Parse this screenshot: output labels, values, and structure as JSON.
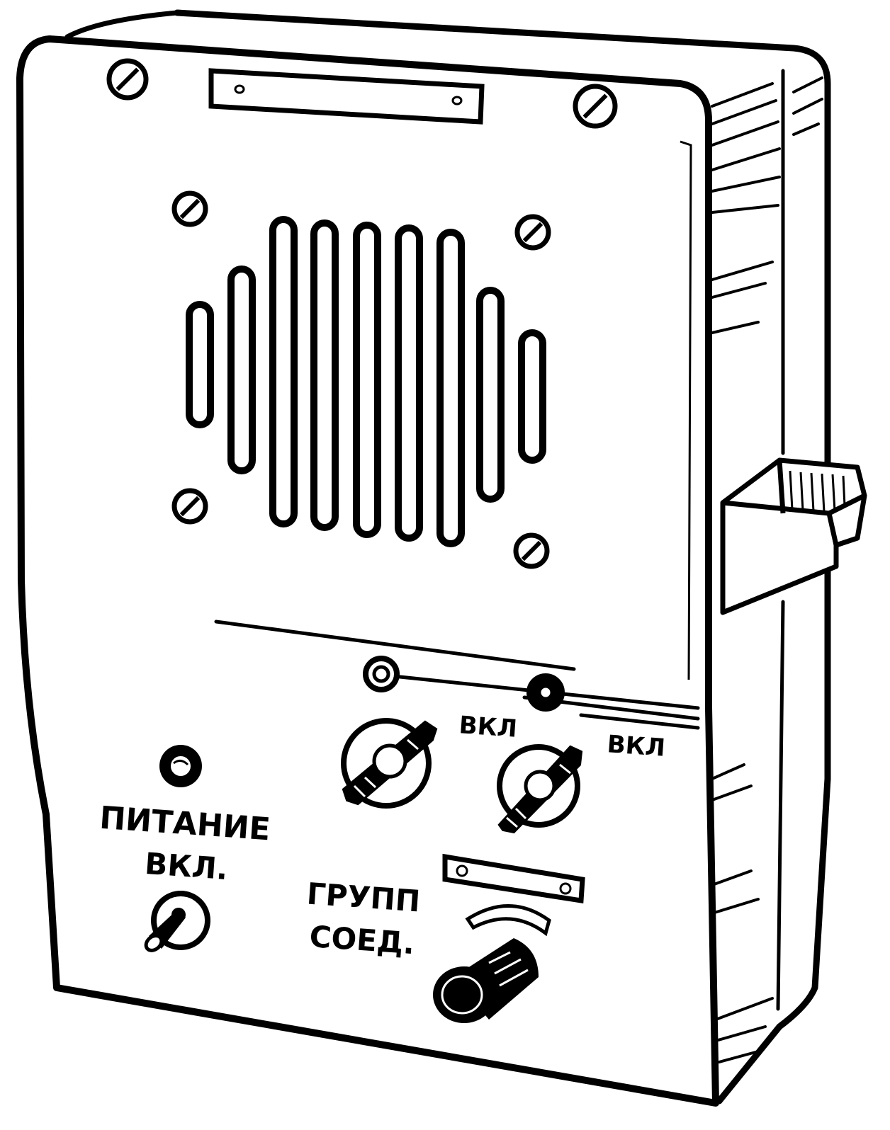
{
  "labels": {
    "power": "ПИТАНИЕ",
    "power_on": "ВКЛ.",
    "switch1_on": "ВКЛ",
    "switch2_on": "ВКЛ",
    "group_line1": "ГРУПП",
    "group_line2": "СОЕД."
  },
  "colors": {
    "ink": "#000000",
    "paper": "#ffffff"
  },
  "icons": {
    "screw": "slotted-screw-icon",
    "lamp": "indicator-lamp-icon",
    "jack": "jack-socket-icon"
  }
}
